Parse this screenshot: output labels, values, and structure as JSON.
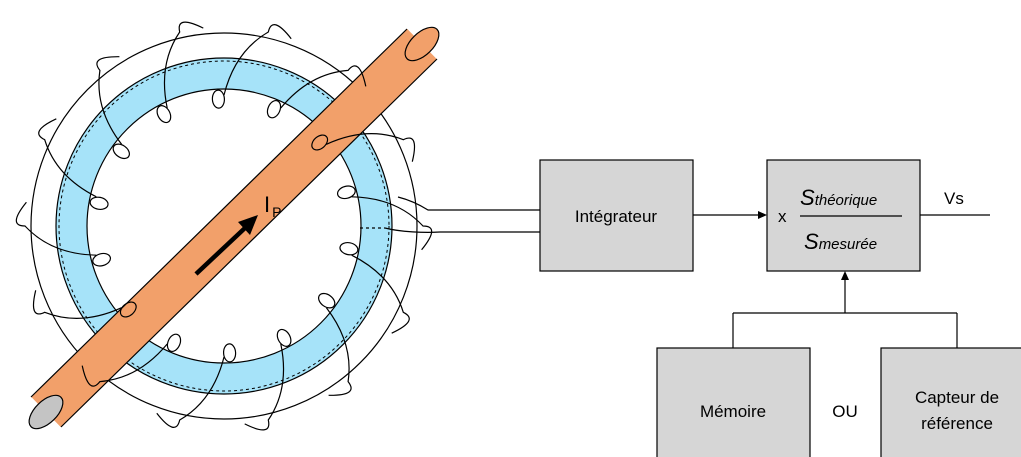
{
  "colors": {
    "torus": "#a6e3f9",
    "conductor": "#f2a06a",
    "conductor_end": "#c4c4c4",
    "box_fill": "#d6d6d6",
    "stroke": "#000000"
  },
  "labels": {
    "current": "I",
    "current_sub": "P",
    "integrator": "Intégrateur",
    "multiply_sign": "x",
    "numerator_s": "S",
    "numerator_sub": "théorique",
    "denominator_s": "S",
    "denominator_sub": "mesurée",
    "output": "Vs",
    "memory": "Mémoire",
    "or": "OU",
    "sensor_line1": "Capteur de",
    "sensor_line2": "référence"
  },
  "icons": {
    "current_direction": "arrow-up-right-icon"
  }
}
